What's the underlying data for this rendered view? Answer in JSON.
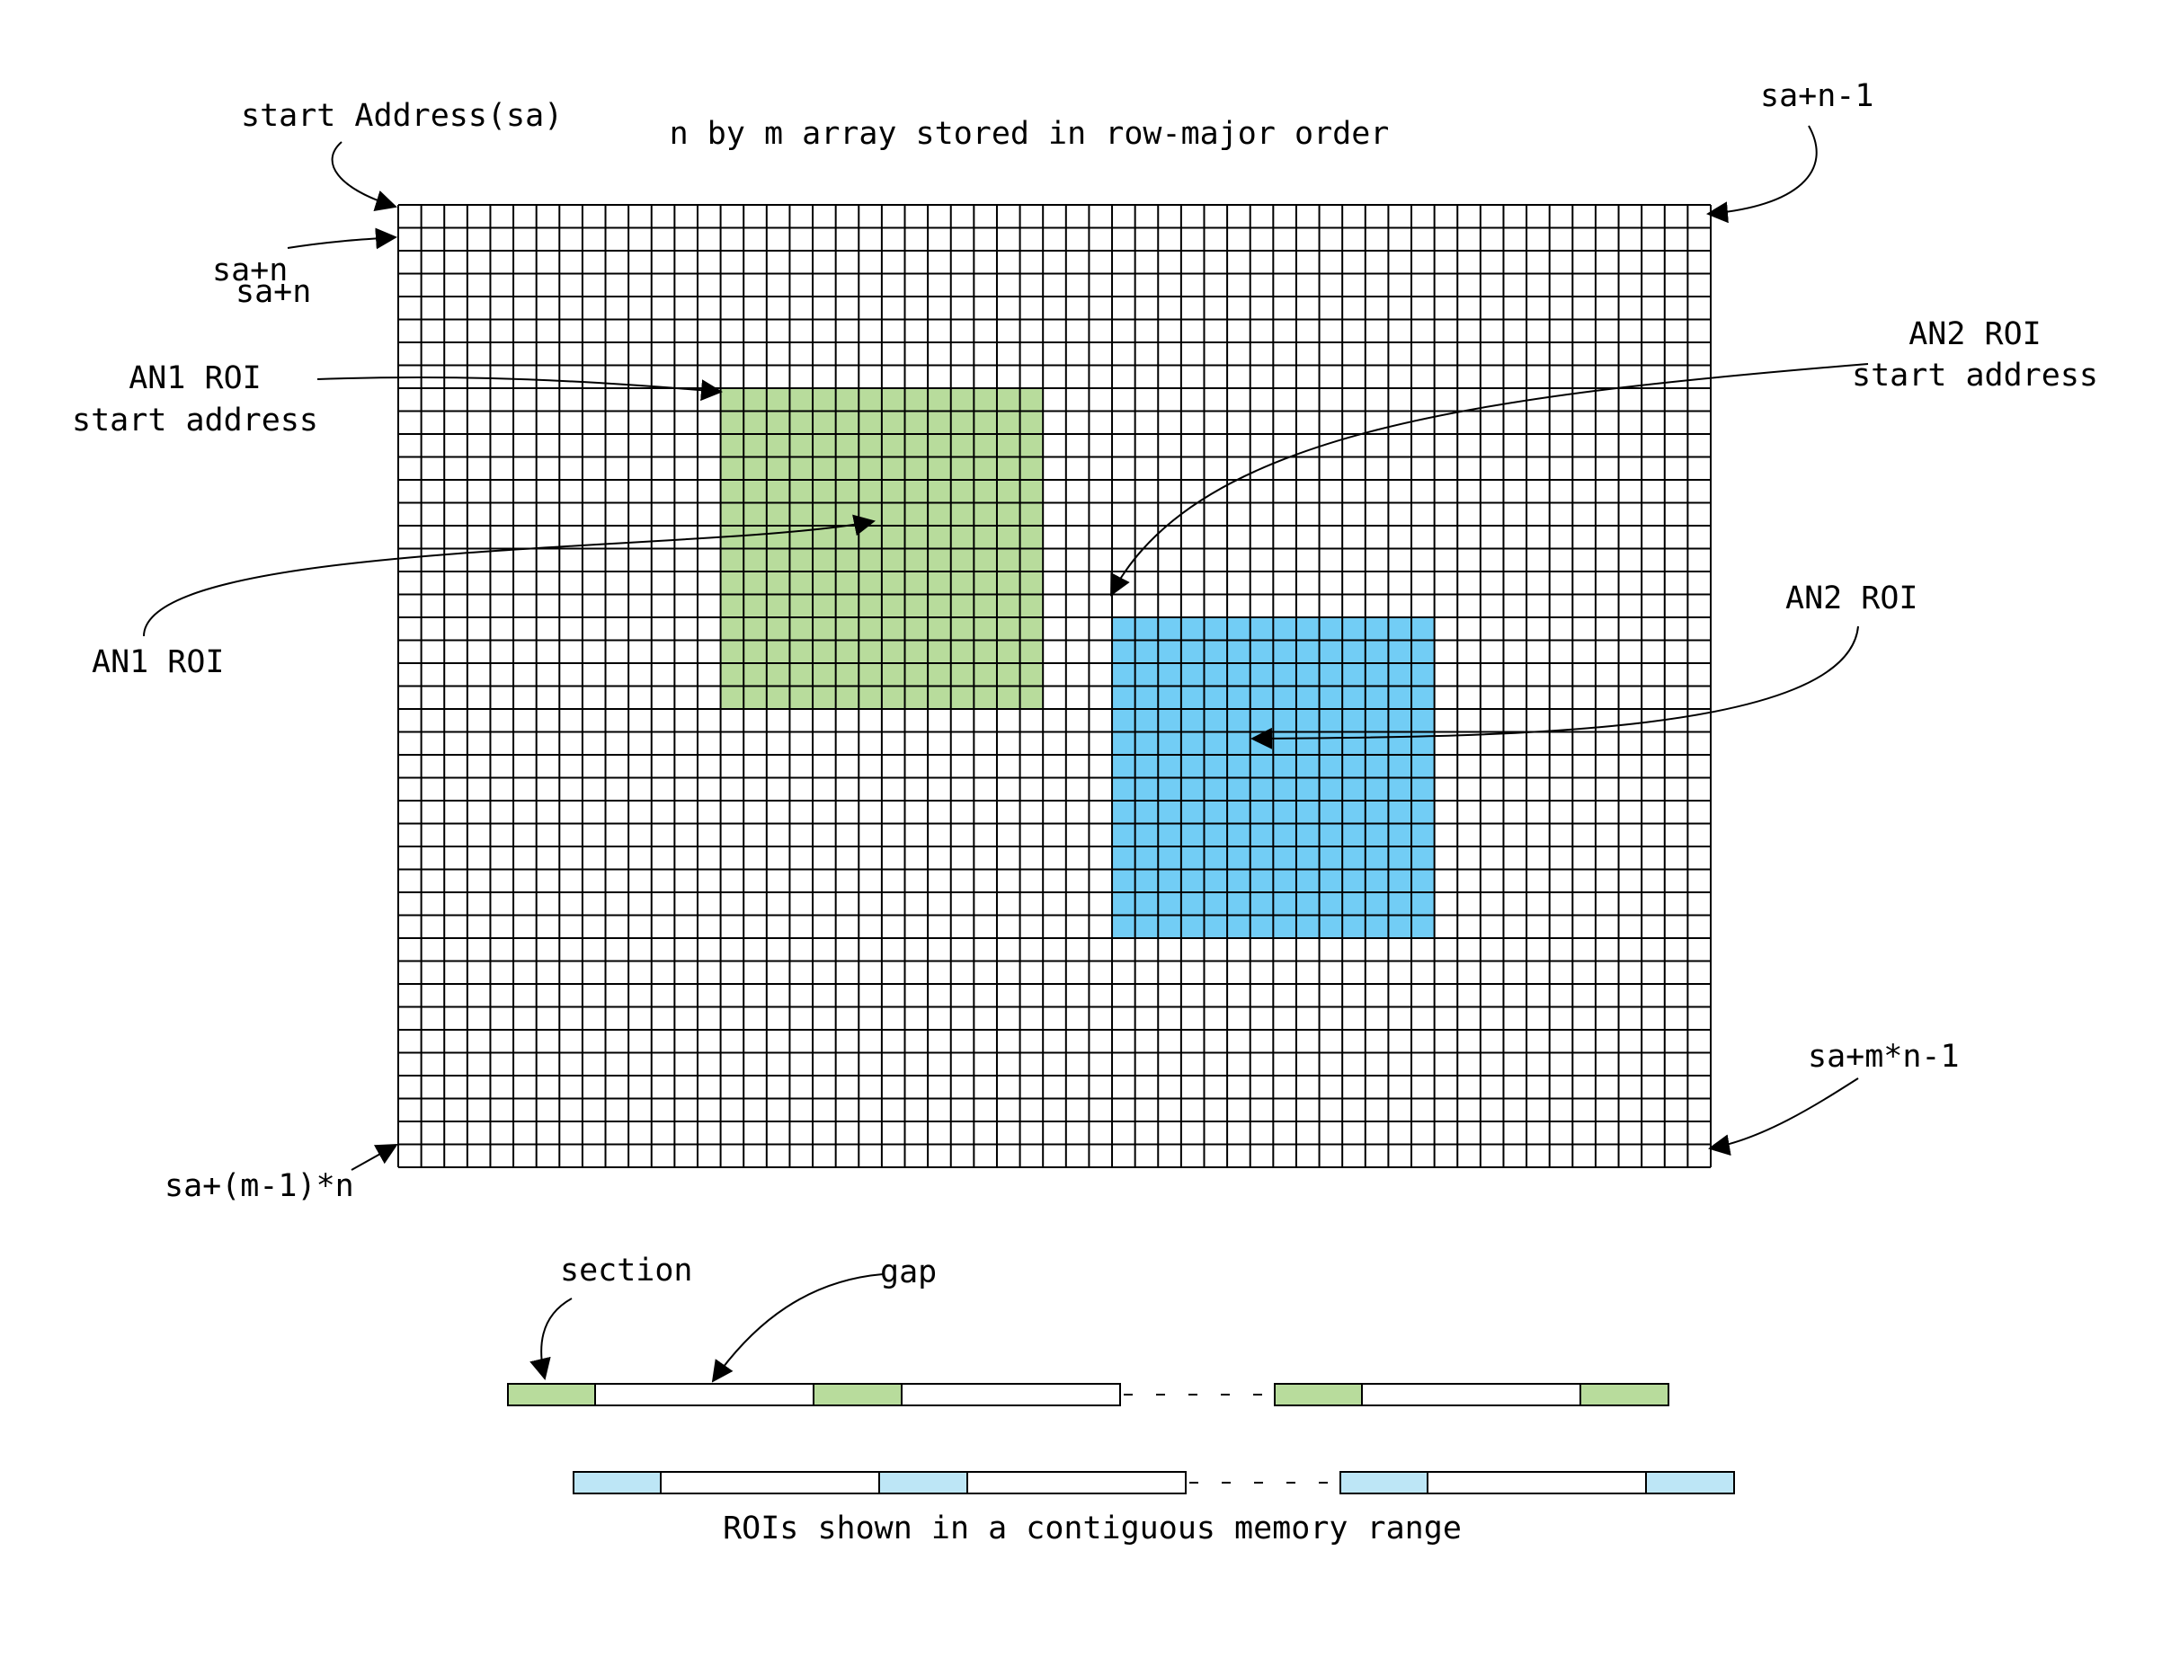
{
  "title": "n by m array stored in row-major order",
  "labels": {
    "start_address": "start Address(sa)",
    "top_right": "sa+n-1",
    "row2_a": "sa+n",
    "row2_b": "sa+n",
    "an1_start_line1": "AN1 ROI",
    "an1_start_line2": "start address",
    "an1_roi": "AN1 ROI",
    "an2_start_line1": "AN2 ROI",
    "an2_start_line2": "start address",
    "an2_roi": "AN2 ROI",
    "bottom_right": "sa+m*n-1",
    "bottom_left": "sa+(m-1)*n",
    "section": "section",
    "gap": "gap",
    "caption": "ROIs shown in a contiguous memory range"
  },
  "grid": {
    "columns": 57,
    "rows": 42
  },
  "regions": {
    "an1": {
      "name": "AN1 ROI",
      "col_start": 14,
      "row_start": 8,
      "cols": 14,
      "rows": 14,
      "color": "#b8dc9c"
    },
    "an2": {
      "name": "AN2 ROI",
      "col_start": 31,
      "row_start": 18,
      "cols": 14,
      "rows": 14,
      "color": "#72cdf5"
    }
  },
  "memory_strips": {
    "green_strip_color": "#b8dc9c",
    "blue_strip_color": "#bde6f6",
    "gap_marker": "- - - -"
  },
  "colors": {
    "line": "#000000",
    "background": "#ffffff"
  }
}
